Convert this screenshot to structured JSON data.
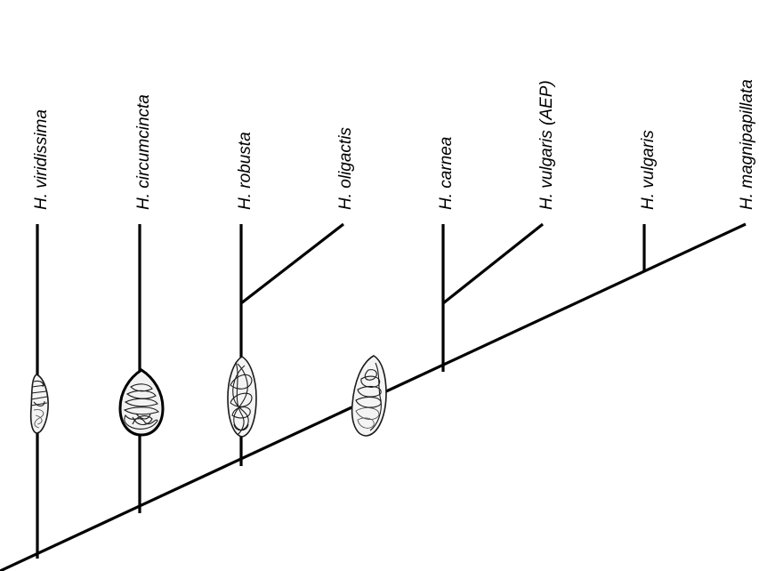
{
  "taxa": [
    {
      "label": "H. viridissima"
    },
    {
      "label": "H. circumcincta"
    },
    {
      "label": "H. robusta"
    },
    {
      "label": "H. oligactis"
    },
    {
      "label": "H. carnea"
    },
    {
      "label": "H. vulgaris (AEP)"
    },
    {
      "label": "H. vulgaris"
    },
    {
      "label": "H. magnipapillata"
    }
  ],
  "nematocyst_icons": [
    {
      "type": "small-stenotele-nematocyst"
    },
    {
      "type": "round-nematocyst"
    },
    {
      "type": "elongate-nematocyst"
    },
    {
      "type": "oval-nematocyst"
    }
  ],
  "colors": {
    "branch": "#000000",
    "label": "#000000",
    "background": "#ffffff"
  }
}
